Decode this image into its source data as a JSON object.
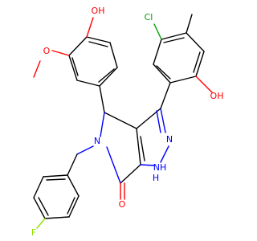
{
  "molecule": {
    "atoms": {
      "oh_top": "OH",
      "o_methoxy": "O",
      "cl": "Cl",
      "oh_right": "OH",
      "n_ring": "N",
      "n_pyrazole": "N",
      "nh": "NH",
      "h_label": "H",
      "o_carbonyl": "O",
      "f": "F"
    },
    "colors": {
      "carbon": "#000000",
      "oxygen": "#ff0000",
      "nitrogen": "#0000ff",
      "chlorine": "#00a000",
      "fluorine": "#90e000"
    }
  }
}
